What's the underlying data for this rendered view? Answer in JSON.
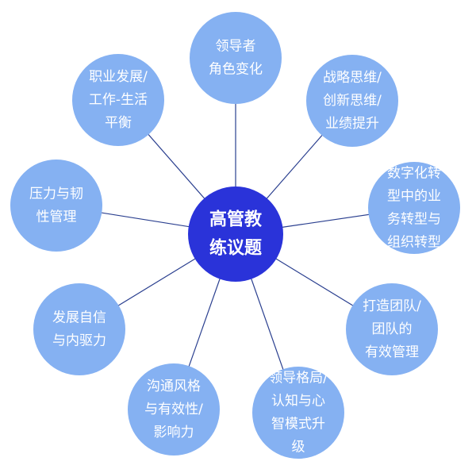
{
  "colors": {
    "hub": "#2a33d9",
    "node": "#85b1f2",
    "link": "#2a3f8f",
    "text": "#ffffff"
  },
  "hub": {
    "lines": [
      "高管教",
      "练议题"
    ]
  },
  "topics": [
    {
      "lines": [
        "领导者",
        "角色变化"
      ]
    },
    {
      "lines": [
        "战略思维/",
        "创新思维/",
        "业绩提升"
      ]
    },
    {
      "lines": [
        "数字化转",
        "型中的业",
        "务转型与",
        "组织转型"
      ]
    },
    {
      "lines": [
        "打造团队/",
        "团队的",
        "有效管理"
      ]
    },
    {
      "lines": [
        "领导格局/",
        "认知与心",
        "智模式升",
        "级"
      ]
    },
    {
      "lines": [
        "沟通风格",
        "与有效性/",
        "影响力"
      ]
    },
    {
      "lines": [
        "发展自信",
        "与内驱力"
      ]
    },
    {
      "lines": [
        "压力与韧",
        "性管理"
      ]
    },
    {
      "lines": [
        "职业发展/",
        "工作-生活",
        "平衡"
      ]
    }
  ]
}
